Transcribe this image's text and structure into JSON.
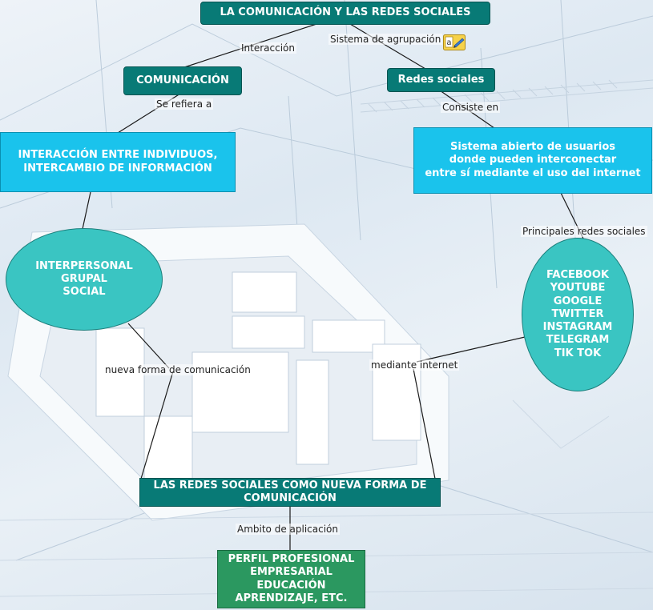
{
  "nodes": {
    "main_title": "LA COMUNICACIÓN Y LAS REDES SOCIALES",
    "comunicacion": "COMUNICACIÓN",
    "redes_sociales": "Redes sociales",
    "interaccion_box": "INTERACCIÓN ENTRE INDIVIDUOS,\nINTERCAMBIO DE INFORMACIÓN",
    "sistema_box": "Sistema abierto de usuarios\ndonde pueden interconectar\nentre sí mediante el uso del internet",
    "tipos_oval": "INTERPERSONAL\nGRUPAL\nSOCIAL",
    "redes_oval": "FACEBOOK\nYOUTUBE\nGOOGLE\nTWITTER\nINSTAGRAM\nTELEGRAM\nTIK TOK",
    "nueva_forma": "LAS REDES SOCIALES COMO NUEVA FORMA DE\nCOMUNICACIÓN",
    "ambitos": "PERFIL PROFESIONAL\nEMPRESARIAL\nEDUCACIÓN\nAPRENDIZAJE, ETC."
  },
  "link_labels": {
    "interaccion": "Interacción",
    "sistema_agrupacion": "Sistema de agrupación",
    "se_refiere": "Se refiera a",
    "consiste_en": "Consiste en",
    "principales": "Principales redes sociales",
    "nueva_forma_com": "nueva forma de comunicación",
    "mediante_internet": "mediante internet",
    "ambito": "Ambito de aplicación"
  },
  "icons": {
    "note": "note-icon",
    "note_letter": "a"
  },
  "colors": {
    "teal": "#087a76",
    "cyan": "#1ac3ec",
    "turquoise": "#3ac5c2",
    "green": "#2b9860"
  }
}
